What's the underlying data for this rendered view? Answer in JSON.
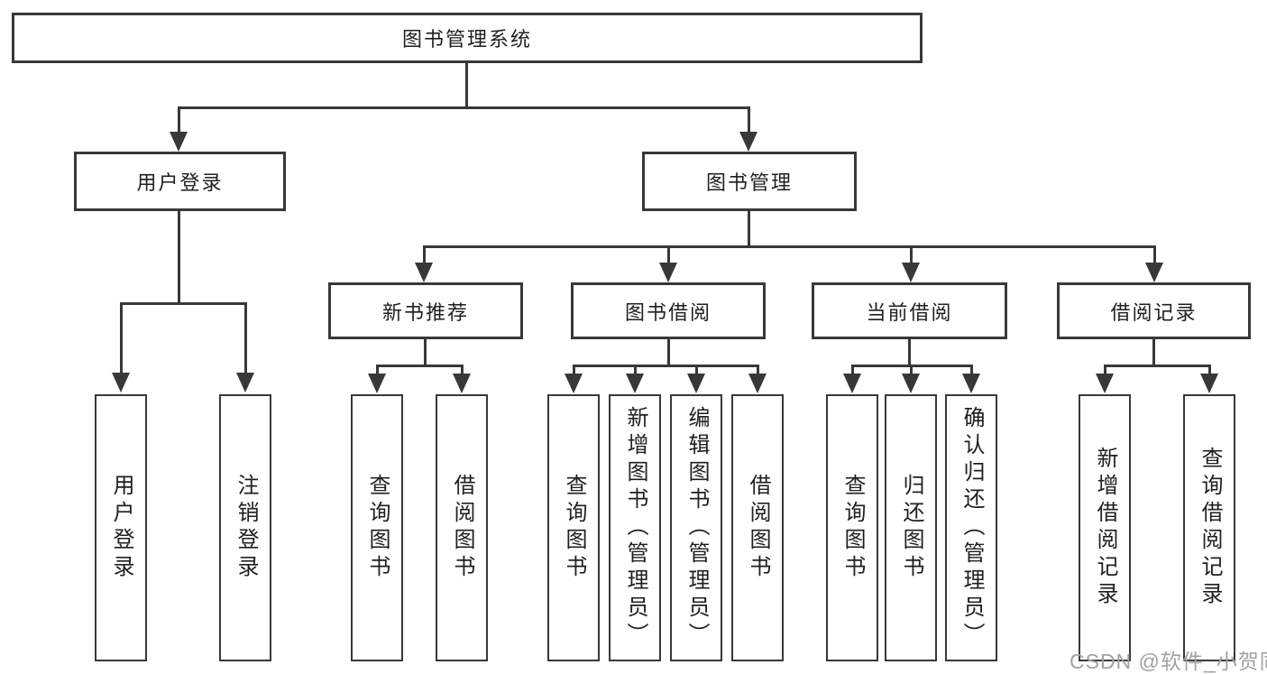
{
  "diagram": {
    "type": "tree",
    "colors": {
      "background": "#ffffff",
      "line": "#383838",
      "text": "#1f1f1f",
      "watermark": "#a2a2a2"
    },
    "root": {
      "label": "图书管理系统"
    },
    "branches": [
      {
        "label": "用户登录",
        "children": [
          {
            "label": "用户登录"
          },
          {
            "label": "注销登录"
          }
        ]
      },
      {
        "label": "图书管理",
        "children": [
          {
            "label": "新书推荐",
            "children": [
              {
                "label": "查询图书"
              },
              {
                "label": "借阅图书"
              }
            ]
          },
          {
            "label": "图书借阅",
            "children": [
              {
                "label": "查询图书"
              },
              {
                "label": "新增图书（管理员）"
              },
              {
                "label": "编辑图书（管理员）"
              },
              {
                "label": "借阅图书"
              }
            ]
          },
          {
            "label": "当前借阅",
            "children": [
              {
                "label": "查询图书"
              },
              {
                "label": "归还图书"
              },
              {
                "label": "确认归还（管理员）"
              }
            ]
          },
          {
            "label": "借阅记录",
            "children": [
              {
                "label": "新增借阅记录"
              },
              {
                "label": "查询借阅记录"
              }
            ]
          }
        ]
      }
    ],
    "watermark": {
      "text": "CSDN @软件_小贺同学"
    }
  }
}
